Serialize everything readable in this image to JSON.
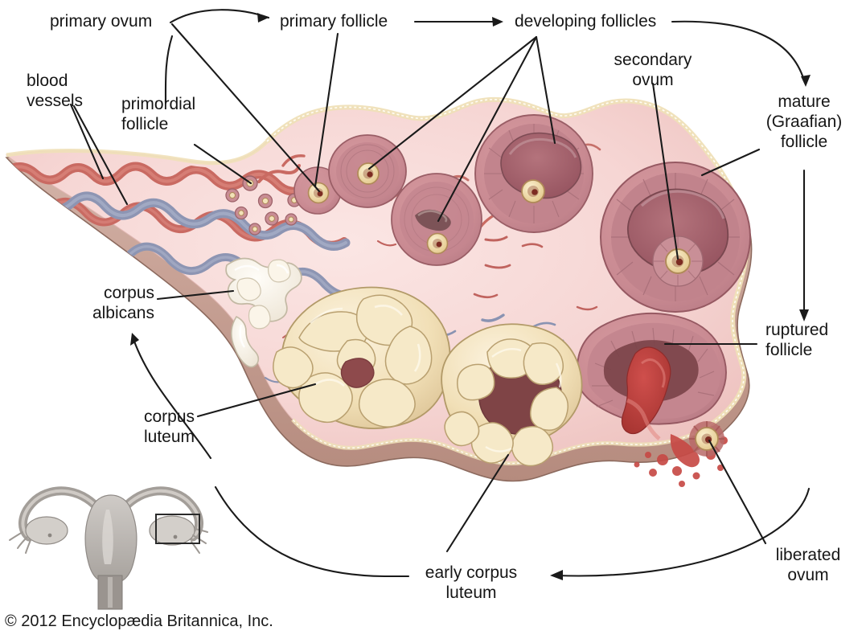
{
  "figure": {
    "subject": "ovary-cross-section",
    "credit": "© 2012 Encyclopædia Britannica, Inc.",
    "background_color": "#ffffff",
    "line_color": "#1a1a1a"
  },
  "labels": {
    "primary_ovum": "primary ovum",
    "primary_follicle": "primary follicle",
    "developing_follicles": "developing follicles",
    "secondary_ovum_line1": "secondary",
    "secondary_ovum_line2": "ovum",
    "mature_follicle_line1": "mature",
    "mature_follicle_line2": "(Graafian)",
    "mature_follicle_line3": "follicle",
    "blood_vessels_line1": "blood",
    "blood_vessels_line2": "vessels",
    "primordial_follicle_line1": "primordial",
    "primordial_follicle_line2": "follicle",
    "corpus_albicans_line1": "corpus",
    "corpus_albicans_line2": "albicans",
    "corpus_luteum_line1": "corpus",
    "corpus_luteum_line2": "luteum",
    "ruptured_follicle_line1": "ruptured",
    "ruptured_follicle_line2": "follicle",
    "early_corpus_luteum_line1": "early corpus",
    "early_corpus_luteum_line2": "luteum",
    "liberated_ovum_line1": "liberated",
    "liberated_ovum_line2": "ovum"
  },
  "palette": {
    "stroma": "#f6d4d4",
    "stroma_light": "#fae3e2",
    "capsule_outer": "#c9a79c",
    "capsule_inner": "#efe0bd",
    "follicle_wall": "#cb8e95",
    "follicle_antrum": "#a9646f",
    "corpus_luteum": "#f2e0bb",
    "corpus_albicans": "#fbf6ed",
    "artery": "#c9625c",
    "vein": "#8e95b4",
    "ovum_zona": "#f3e0b4",
    "ovum_nucleus": "#7c2c22",
    "blood": "#c0403f",
    "inset_gray": "#b6b1ad"
  },
  "structures": {
    "primordial_follicles_count": 8,
    "primary_follicles_count": 2,
    "developing_follicles_count": 3,
    "mature_graafian_follicle_count": 1,
    "ruptured_follicle_count": 1,
    "corpus_luteum_count": 1,
    "early_corpus_luteum_count": 1,
    "corpus_albicans_count": 1
  },
  "inset": {
    "name": "uterus-and-ovaries-orientation-inset",
    "highlight_box": "right ovary"
  }
}
